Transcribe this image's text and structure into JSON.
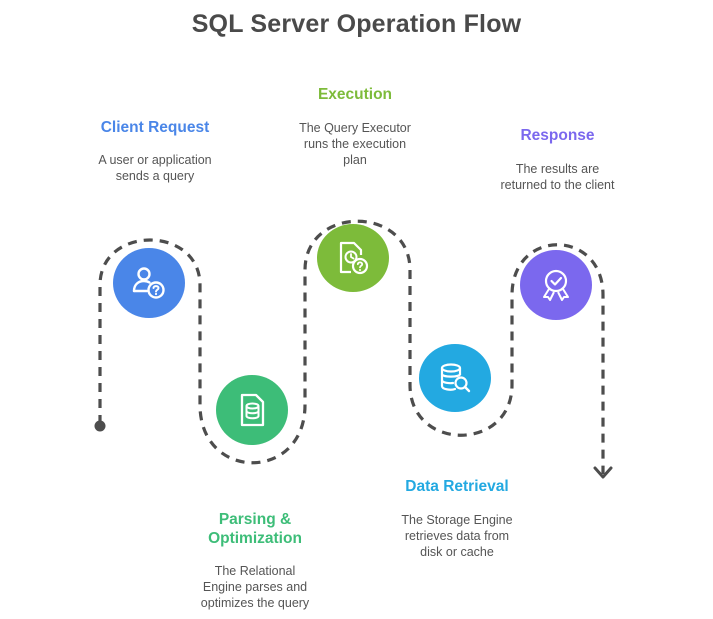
{
  "title": "SQL Server Operation Flow",
  "colors": {
    "title": "#4a4a4a",
    "connector": "#4d4d4d",
    "description": "#555555"
  },
  "steps": [
    {
      "title": "Client Request",
      "description_lines": [
        "A user or application",
        "sends a query"
      ],
      "icon": "user-question-icon",
      "color": "#4a86e8"
    },
    {
      "title_lines": [
        "Parsing &",
        "Optimization"
      ],
      "description_lines": [
        "The Relational",
        "Engine parses and",
        "optimizes the query"
      ],
      "icon": "database-file-icon",
      "color": "#3dbd78"
    },
    {
      "title": "Execution",
      "description_lines": [
        "The Query Executor",
        "runs the execution",
        "plan"
      ],
      "icon": "file-clock-question-icon",
      "color": "#7dbb3a"
    },
    {
      "title": "Data Retrieval",
      "description_lines": [
        "The Storage Engine",
        "retrieves data from",
        "disk or cache"
      ],
      "icon": "database-search-icon",
      "color": "#23a9e1"
    },
    {
      "title": "Response",
      "description_lines": [
        "The results are",
        "returned to the client"
      ],
      "icon": "award-check-icon",
      "color": "#7b68ee"
    }
  ]
}
